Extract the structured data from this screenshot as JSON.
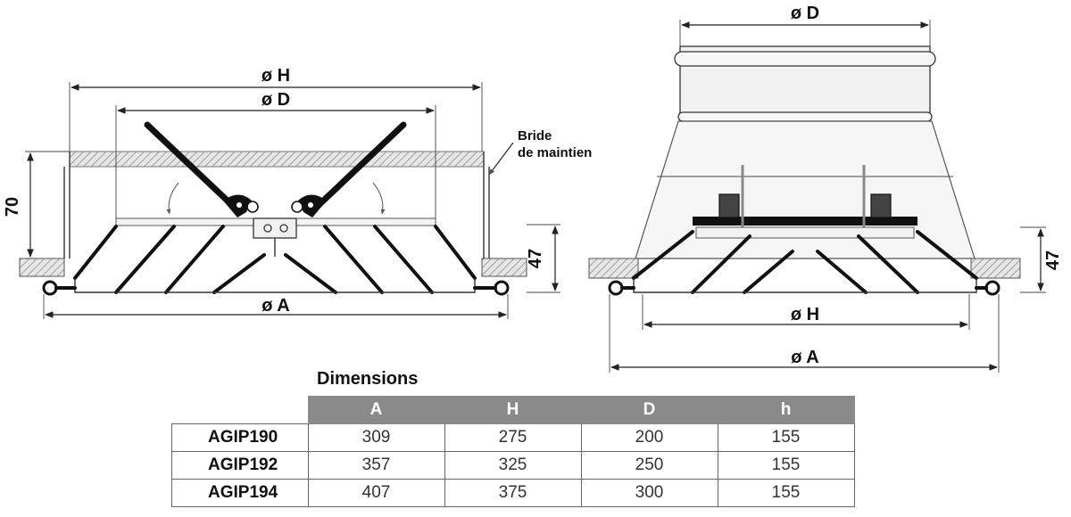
{
  "left_view": {
    "dim_H": "ø H",
    "dim_D": "ø D",
    "dim_A": "ø A",
    "dim_70": "70",
    "dim_47": "47",
    "callout_line1": "Bride",
    "callout_line2": "de maintien"
  },
  "right_view": {
    "dim_D": "ø D",
    "dim_H": "ø H",
    "dim_A": "ø A",
    "dim_47": "47"
  },
  "table": {
    "title": "Dimensions",
    "headers": [
      "A",
      "H",
      "D",
      "h"
    ],
    "rows": [
      {
        "model": "AGIP190",
        "values": [
          "309",
          "275",
          "200",
          "155"
        ]
      },
      {
        "model": "AGIP192",
        "values": [
          "357",
          "325",
          "250",
          "155"
        ]
      },
      {
        "model": "AGIP194",
        "values": [
          "407",
          "375",
          "300",
          "155"
        ]
      }
    ]
  }
}
